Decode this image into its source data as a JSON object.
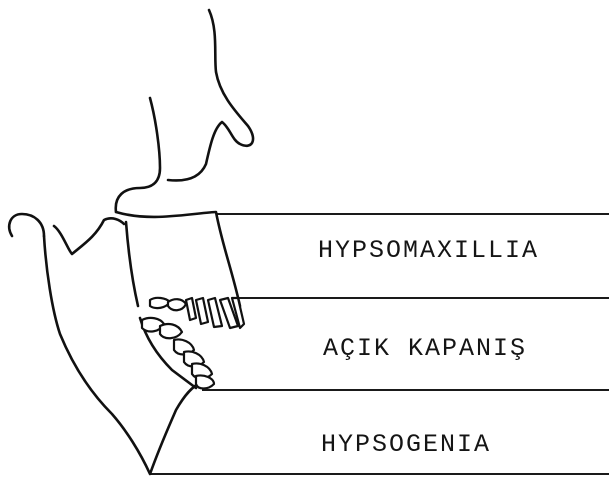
{
  "diagram": {
    "labels": {
      "upper": "HYPSOMAXILLIA",
      "middle": "AÇIK KAPANIŞ",
      "lower": "HYPSOGENIA"
    }
  }
}
